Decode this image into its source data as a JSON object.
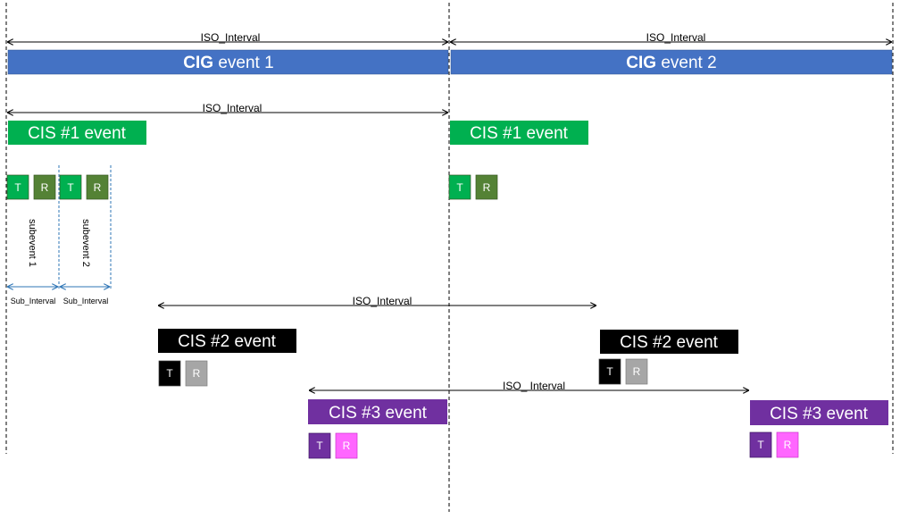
{
  "iso_interval_label": "ISO_Interval",
  "iso_interval_label_alt": "ISO_ Interval",
  "cig_events": [
    {
      "bold": "CIG",
      "rest": " event 1"
    },
    {
      "bold": "CIG",
      "rest": " event 2"
    }
  ],
  "cis1_label": "CIS #1 event",
  "cis2_label": "CIS #2 event",
  "cis3_label": "CIS #3 event",
  "t_label": "T",
  "r_label": "R",
  "subevent1_label": "subevent 1",
  "subevent2_label": "subevent 2",
  "sub_interval_label": "Sub_Interval",
  "colors": {
    "cig": "#4472C4",
    "cis1": "#00B050",
    "cis1_r": "#548235",
    "cis2": "#000000",
    "cis2_r": "#A6A6A6",
    "cis3": "#7030A0",
    "cis3_r": "#FF66FF",
    "subevent_line": "#2E75B6"
  }
}
